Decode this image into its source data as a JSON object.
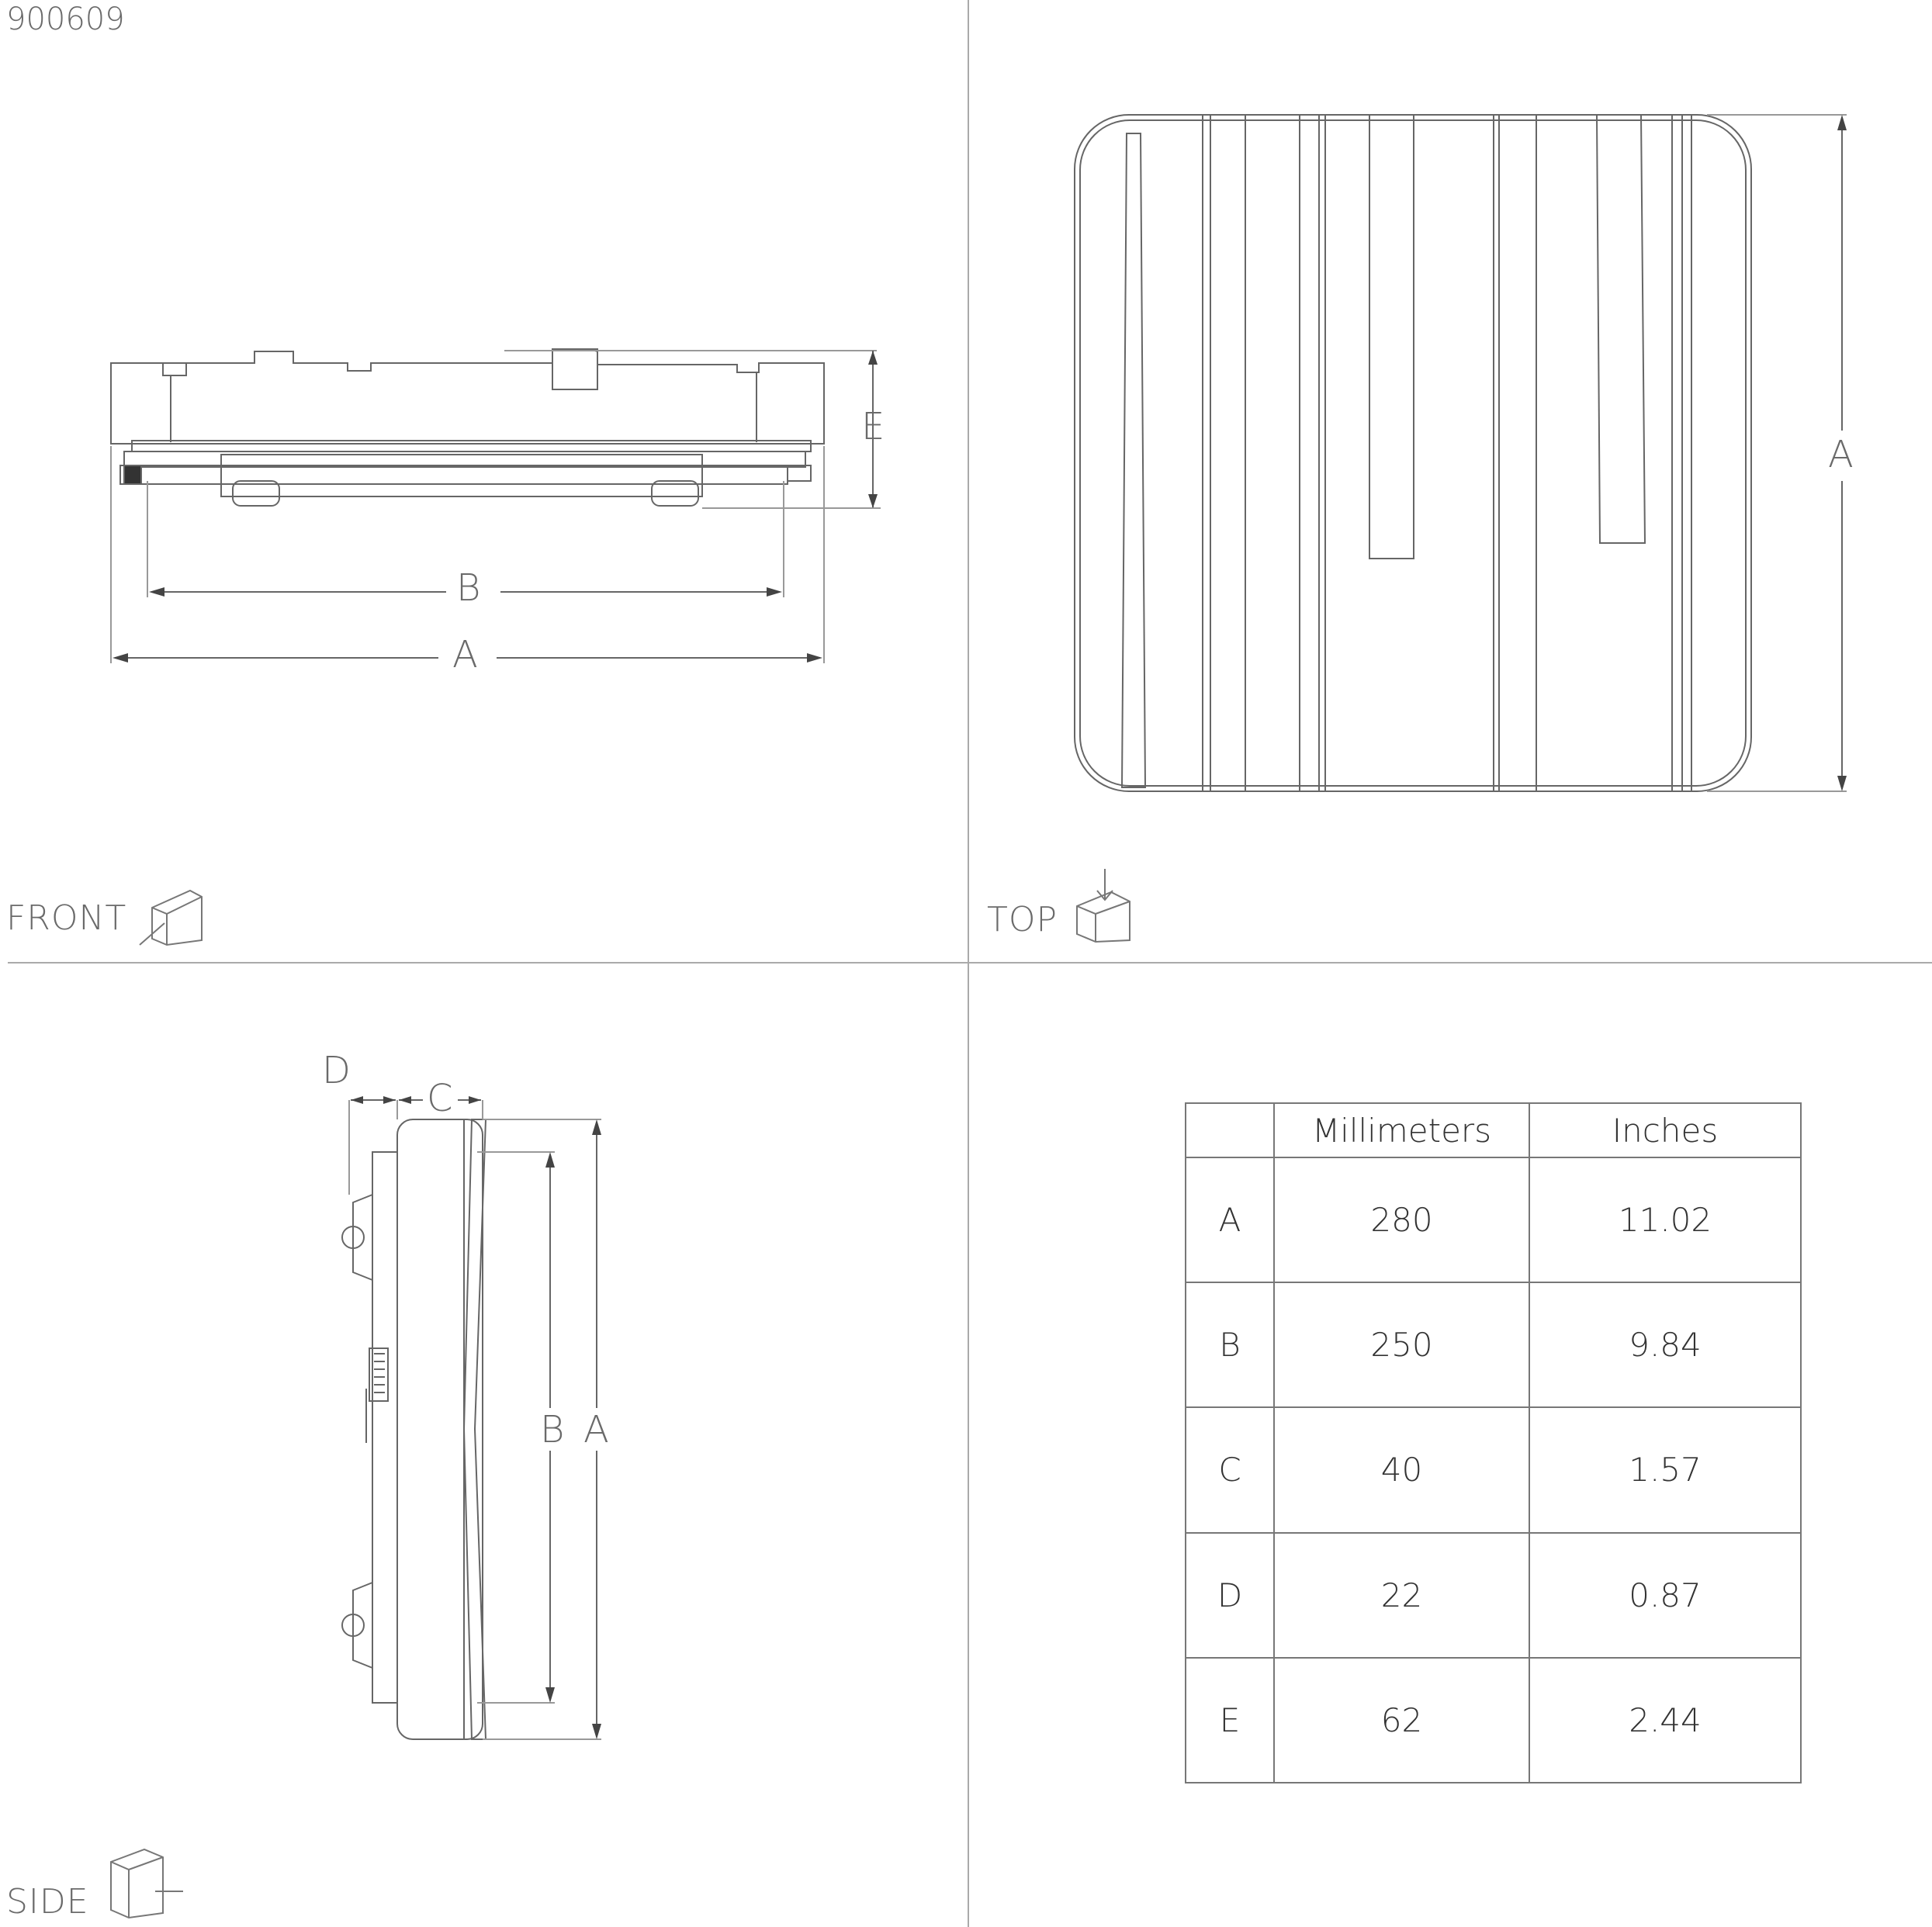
{
  "product_code": "900609",
  "views": {
    "front": "FRONT",
    "top": "TOP",
    "side": "SIDE"
  },
  "dimension_letters": {
    "front": [
      "E",
      "B",
      "A"
    ],
    "top": [
      "A"
    ],
    "side": [
      "D",
      "C",
      "B",
      "A"
    ]
  },
  "table": {
    "headers": [
      "",
      "Millimeters",
      "Inches"
    ],
    "rows": [
      {
        "label": "A",
        "mm": "280",
        "in": "11.02"
      },
      {
        "label": "B",
        "mm": "250",
        "in": "9.84"
      },
      {
        "label": "C",
        "mm": "40",
        "in": "1.57"
      },
      {
        "label": "D",
        "mm": "22",
        "in": "0.87"
      },
      {
        "label": "E",
        "mm": "62",
        "in": "2.44"
      }
    ]
  }
}
